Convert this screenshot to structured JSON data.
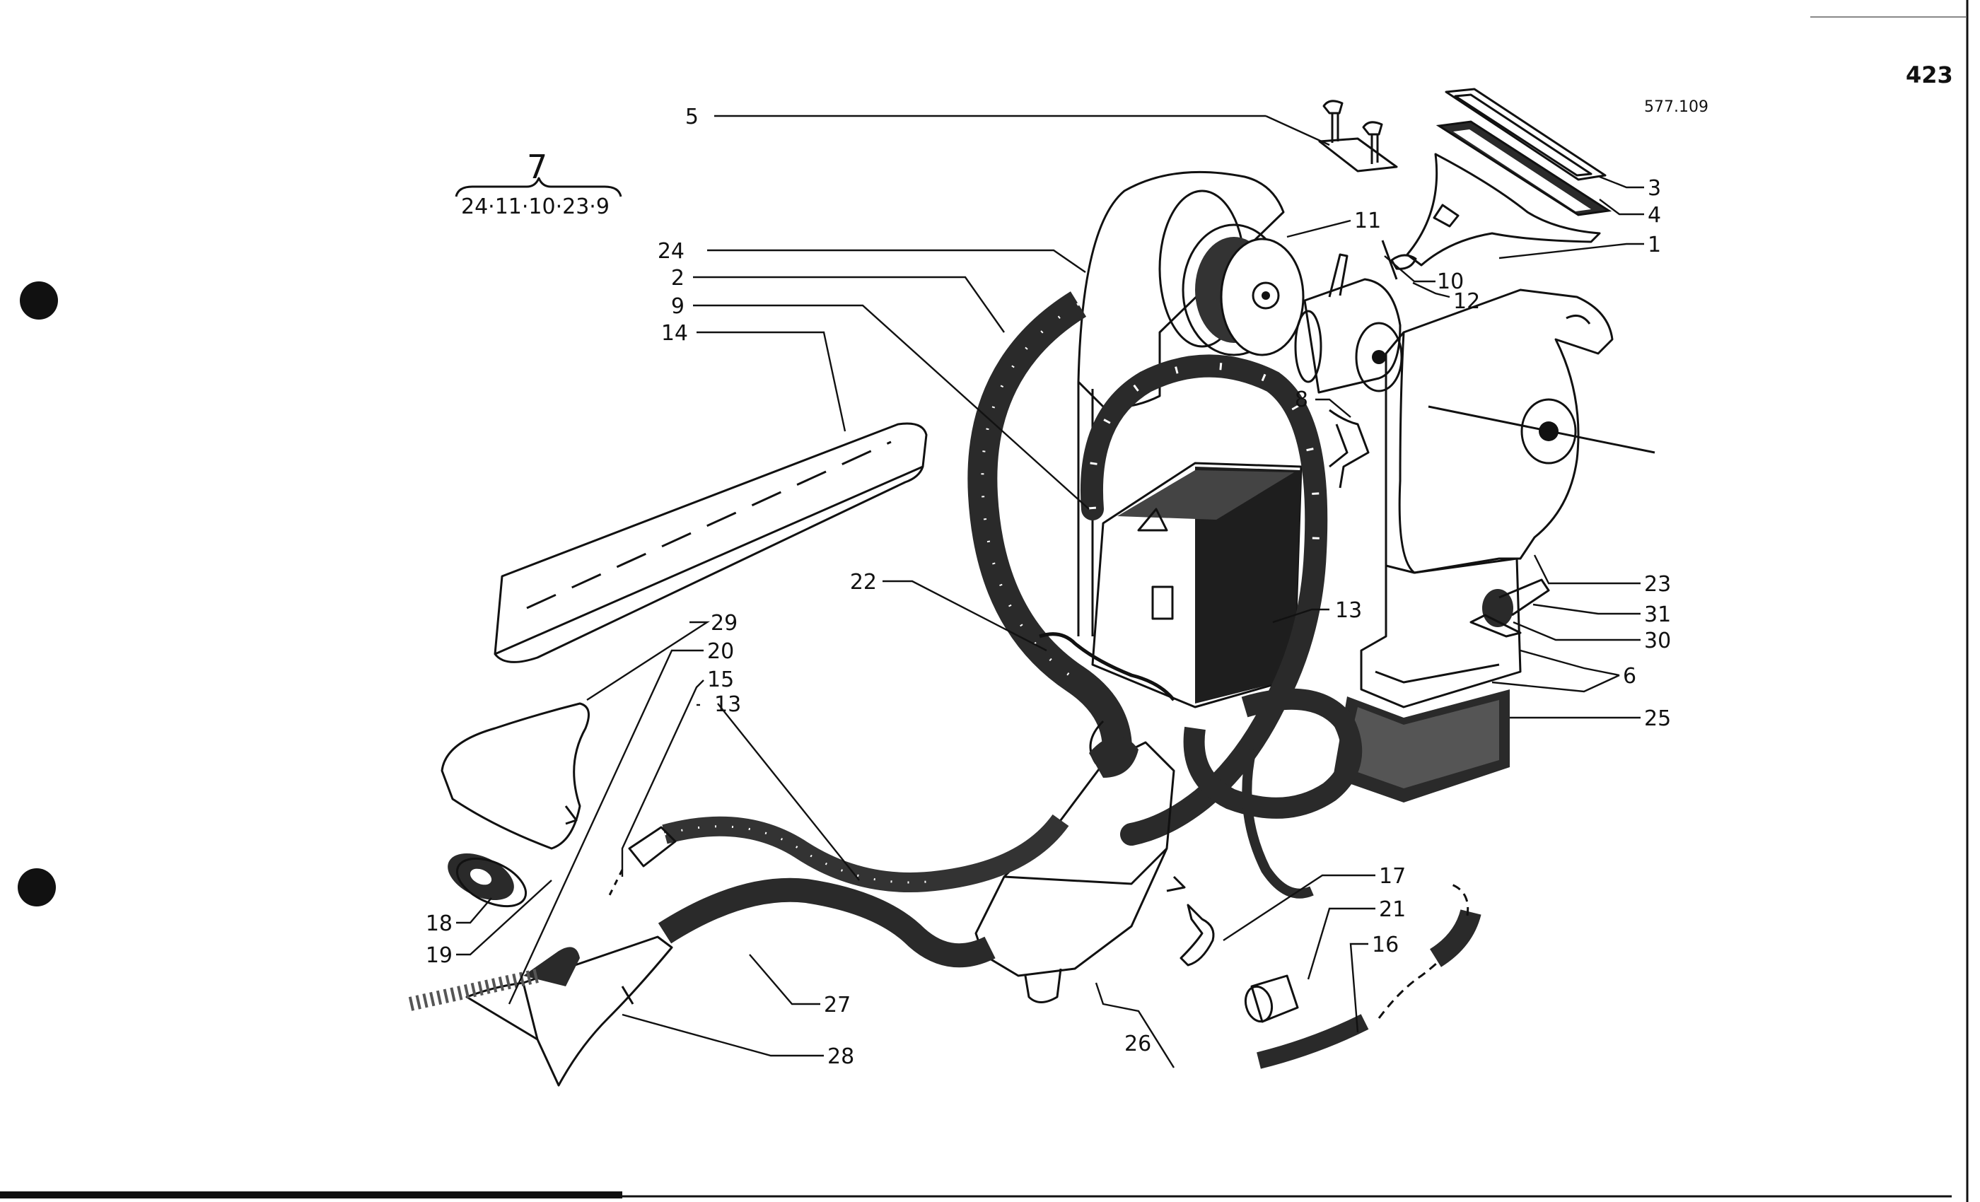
{
  "page_number": "423",
  "drawing_number": "577.109",
  "assembly": {
    "group_number": "7",
    "group_members": "24·11·10·23·9"
  },
  "callouts": {
    "c1": "1",
    "c2": "2",
    "c3": "3",
    "c4": "4",
    "c5": "5",
    "c6": "6",
    "c8": "8",
    "c9": "9",
    "c10": "10",
    "c11": "11",
    "c12": "12",
    "c13a": "13",
    "c13b": "13",
    "c14": "14",
    "c15": "15",
    "c16": "16",
    "c17": "17",
    "c18": "18",
    "c19": "19",
    "c20": "20",
    "c21": "21",
    "c22": "22",
    "c23": "23",
    "c24": "24",
    "c25": "25",
    "c26": "26",
    "c27": "27",
    "c28": "28",
    "c29": "29",
    "c30": "30",
    "c31": "31"
  },
  "colors": {
    "ink": "#111111",
    "foam": "#2a2a2a",
    "paper": "#ffffff"
  }
}
